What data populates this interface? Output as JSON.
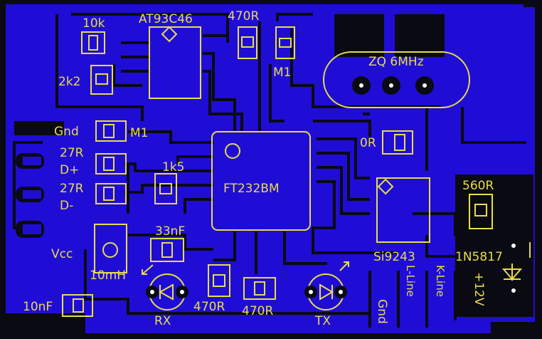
{
  "board": {
    "copper_color": "#1f0dd6",
    "silk_color": "#e8dc4c",
    "background_color": "#0a0a12"
  },
  "labels": {
    "r_10k": "10k",
    "ic_at93c46": "AT93C46",
    "r_470r_top": "470R",
    "r_2k2": "2k2",
    "m1_top": "M1",
    "crystal": "ZQ 6MHz",
    "gnd_left": "Gnd",
    "m1_left": "M1",
    "r_27r_a": "27R",
    "d_plus": "D+",
    "r_27r_b": "27R",
    "d_minus": "D-",
    "r_1k5": "1k5",
    "ic_ft232bm": "FT232BM",
    "r_0r": "0R",
    "r_560r": "560R",
    "vcc": "Vcc",
    "c_33nf": "33nF",
    "ic_si9243": "Si9243",
    "diode_1n5817": "1N5817",
    "l_10mh": "10mH",
    "c_10nf": "10nF",
    "led_rx": "RX",
    "r_470r_bl": "470R",
    "r_470r_bm": "470R",
    "led_tx": "TX",
    "gnd_bottom": "Gnd",
    "l_line": "L-Line",
    "k_line": "K-Line",
    "plus_12v": "+12V"
  }
}
